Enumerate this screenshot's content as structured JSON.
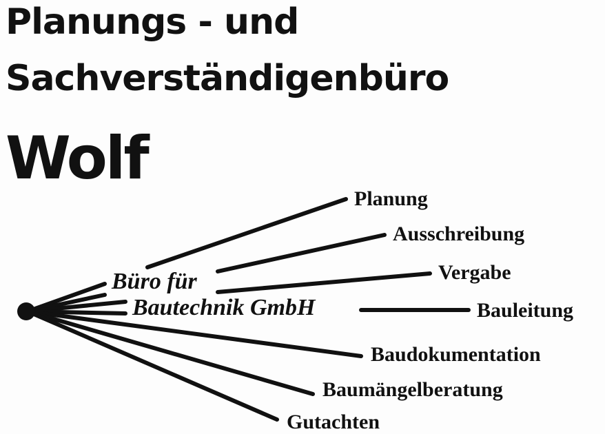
{
  "header": {
    "line1": "Planungs - und",
    "line2": "Sachverständigenbüro",
    "name": "Wolf"
  },
  "company": {
    "line1": "Büro für",
    "line2": "Bautechnik GmbH"
  },
  "services": [
    {
      "label": "Planung"
    },
    {
      "label": "Ausschreibung"
    },
    {
      "label": "Vergabe"
    },
    {
      "label": "Bauleitung"
    },
    {
      "label": "Baudokumentation"
    },
    {
      "label": "Baumängelberatung"
    },
    {
      "label": "Gutachten"
    }
  ],
  "colors": {
    "ink": "#111111",
    "background": "#fdfdfd"
  }
}
